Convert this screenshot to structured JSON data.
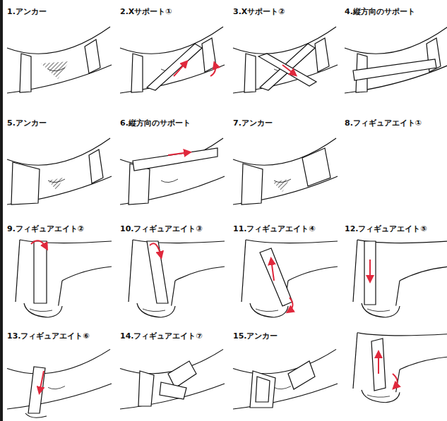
{
  "diagram": {
    "labels": [
      "1.アンカー",
      "2.Xサポート①",
      "3.Xサポート②",
      "4.縦方向のサポート",
      "5.アンカー",
      "6.縦方向のサポート",
      "7.アンカー",
      "8.フィギュアエイト①",
      "9.フィギュアエイト②",
      "10.フィギュアエイト③",
      "11.フィギュアエイト④",
      "12.フィギュアエイト⑤",
      "13.フィギュアエイト⑥",
      "14.フィギュアエイト⑦",
      "15.アンカー"
    ]
  }
}
